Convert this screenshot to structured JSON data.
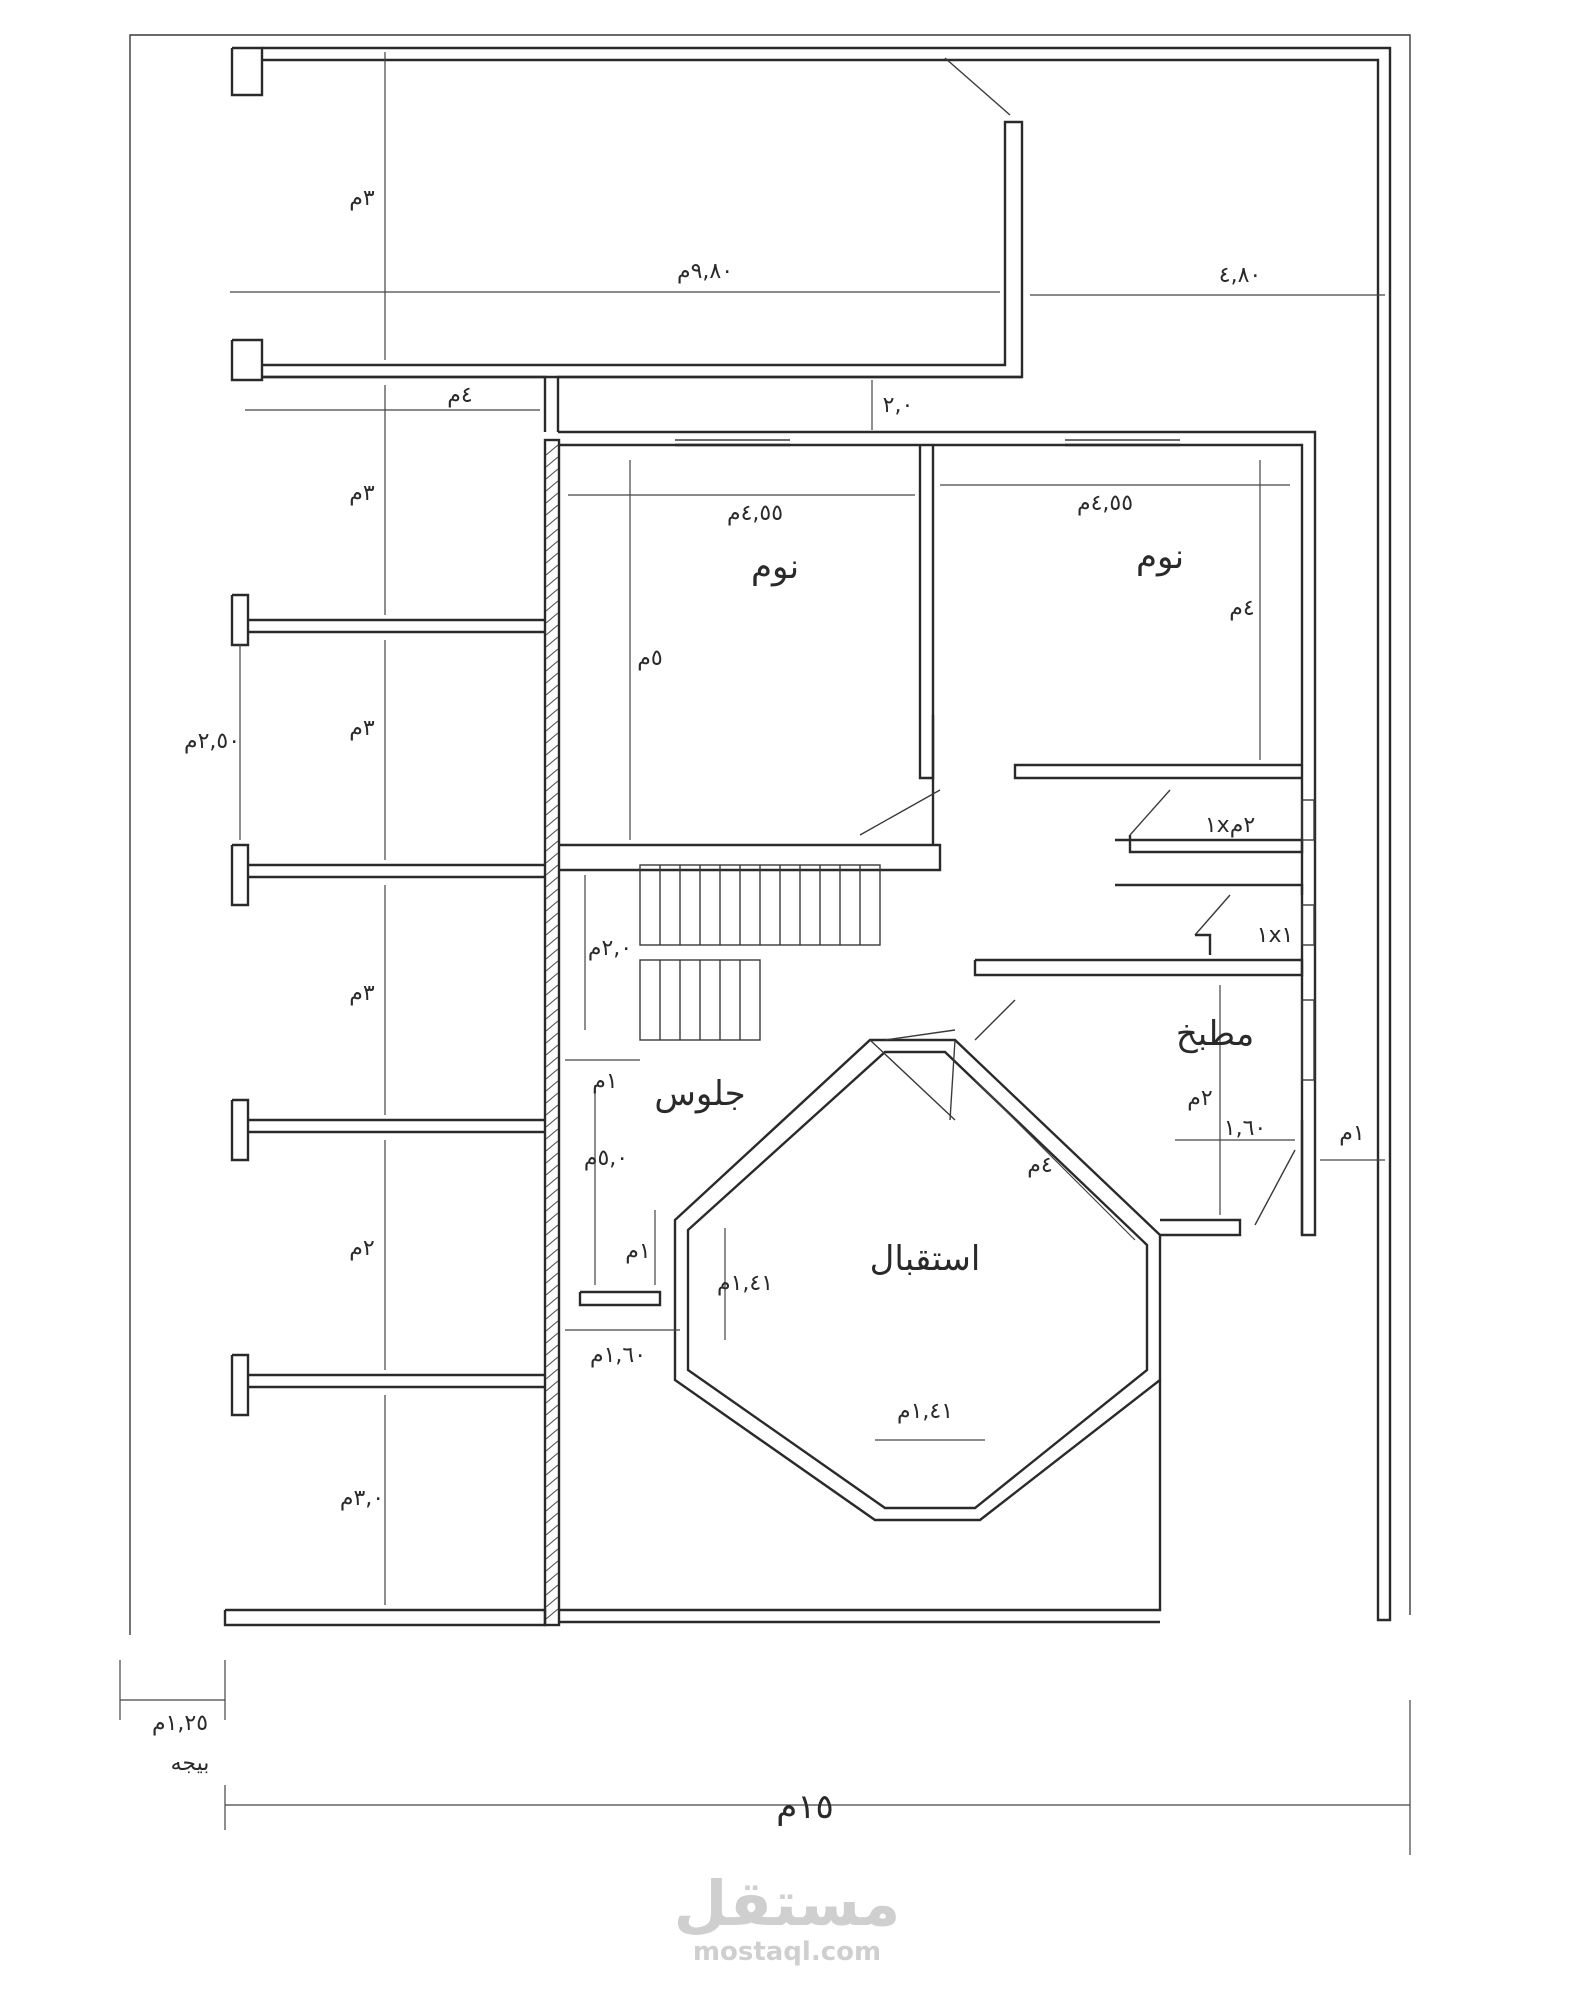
{
  "rooms": {
    "bedroom_left": "نوم",
    "bedroom_right": "نوم",
    "living": "جلوس",
    "reception": "استقبال",
    "kitchen": "مطبخ",
    "bath_small": "١x١",
    "bath_large": "١x٢م"
  },
  "dimensions": {
    "overall_width": "١٥م",
    "garden_strip": "١,٢٥م",
    "garden_label": "بيجه",
    "top_room_depth": "٣م",
    "top_room_length": "٩,٨٠م",
    "top_right_width": "٤,٨٠",
    "corridor": "٢,٠",
    "left_strip_width": "٤م",
    "left_bay_1": "٣م",
    "left_bay_2": "٣م",
    "left_bay_3": "٣م",
    "left_bay_4": "٢م",
    "left_bay_5": "٣,٠م",
    "bay_gap": "٢,٥٠م",
    "bedroom_left_width": "٤,٥٥م",
    "bedroom_right_width": "٤,٥٥م",
    "bedroom_left_depth": "٥م",
    "bedroom_right_depth": "٤م",
    "stair_width": "٢,٠م",
    "living_width": "١م",
    "living_depth": "٥,٠م",
    "small_depth": "١م",
    "reception_side": "١,٤١م",
    "reception_diagonal": "٤م",
    "reception_bottom": "١,٤١م",
    "door_width": "١,٦٠م",
    "kitchen_depth": "٢م",
    "kitchen_width": "١,٦٠",
    "side_gap": "١م"
  },
  "watermark": {
    "brand": "مستقل",
    "site": "mostaql.com"
  }
}
